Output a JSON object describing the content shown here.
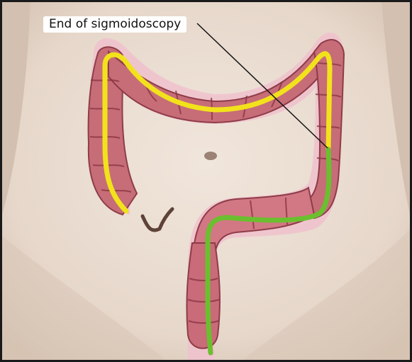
{
  "annotation": {
    "label": "End of sigmoidoscopy"
  },
  "colors": {
    "skin": "#e9dcd0",
    "colon_wall": "#c9727c",
    "colon_dark": "#9c4752",
    "colon_outline": "#e5a5b6",
    "colonoscopy_path": "#f2e21c",
    "sigmoidoscopy_path": "#6bbf2f",
    "leader_line": "#111111",
    "frame": "#1a1a1a"
  },
  "icons": [
    "appendix-shape",
    "navel-shape"
  ]
}
